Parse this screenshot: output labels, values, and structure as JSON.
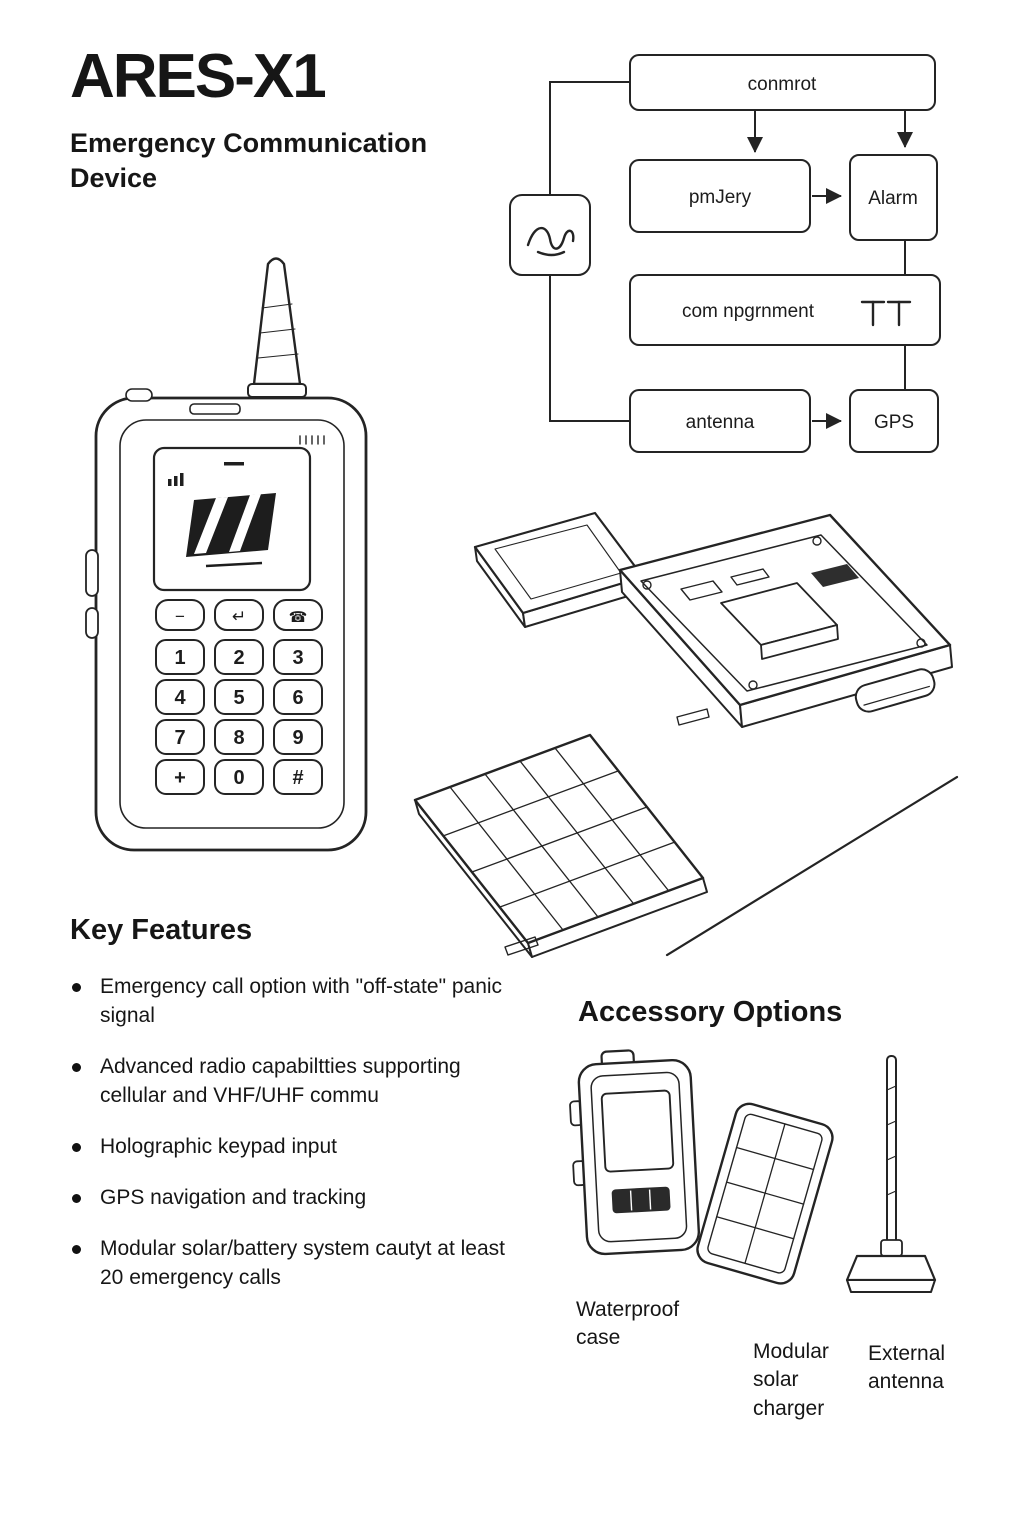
{
  "header": {
    "title": "ARES-X1",
    "subtitle": "Emergency Communication Device"
  },
  "block_diagram": {
    "control": "conmrot",
    "primary": "pmJery",
    "alarm": "Alarm",
    "compartment": "com npgrnment",
    "antenna": "antenna",
    "gps": "GPS"
  },
  "device": {
    "function_keys": [
      "−",
      "↵",
      "☎"
    ],
    "keypad_rows": [
      [
        "1",
        "2",
        "3"
      ],
      [
        "4",
        "5",
        "6"
      ],
      [
        "7",
        "8",
        "9"
      ],
      [
        "+",
        "0",
        "#"
      ]
    ]
  },
  "key_features": {
    "heading": "Key Features",
    "items": [
      "Emergency call option with \"off-state\" panic signal",
      "Advanced radio capabiltties supporting cellular and VHF/UHF commu",
      "Holographic keypad input",
      "GPS navigation and tracking",
      "Modular solar/battery system cautyt at least 20 emergency calls"
    ]
  },
  "accessories": {
    "heading": "Accessory Options",
    "items": [
      "Waterproof case",
      "Modular solar charger",
      "External antenna"
    ]
  },
  "colors": {
    "ink": "#242424",
    "background": "#ffffff"
  }
}
